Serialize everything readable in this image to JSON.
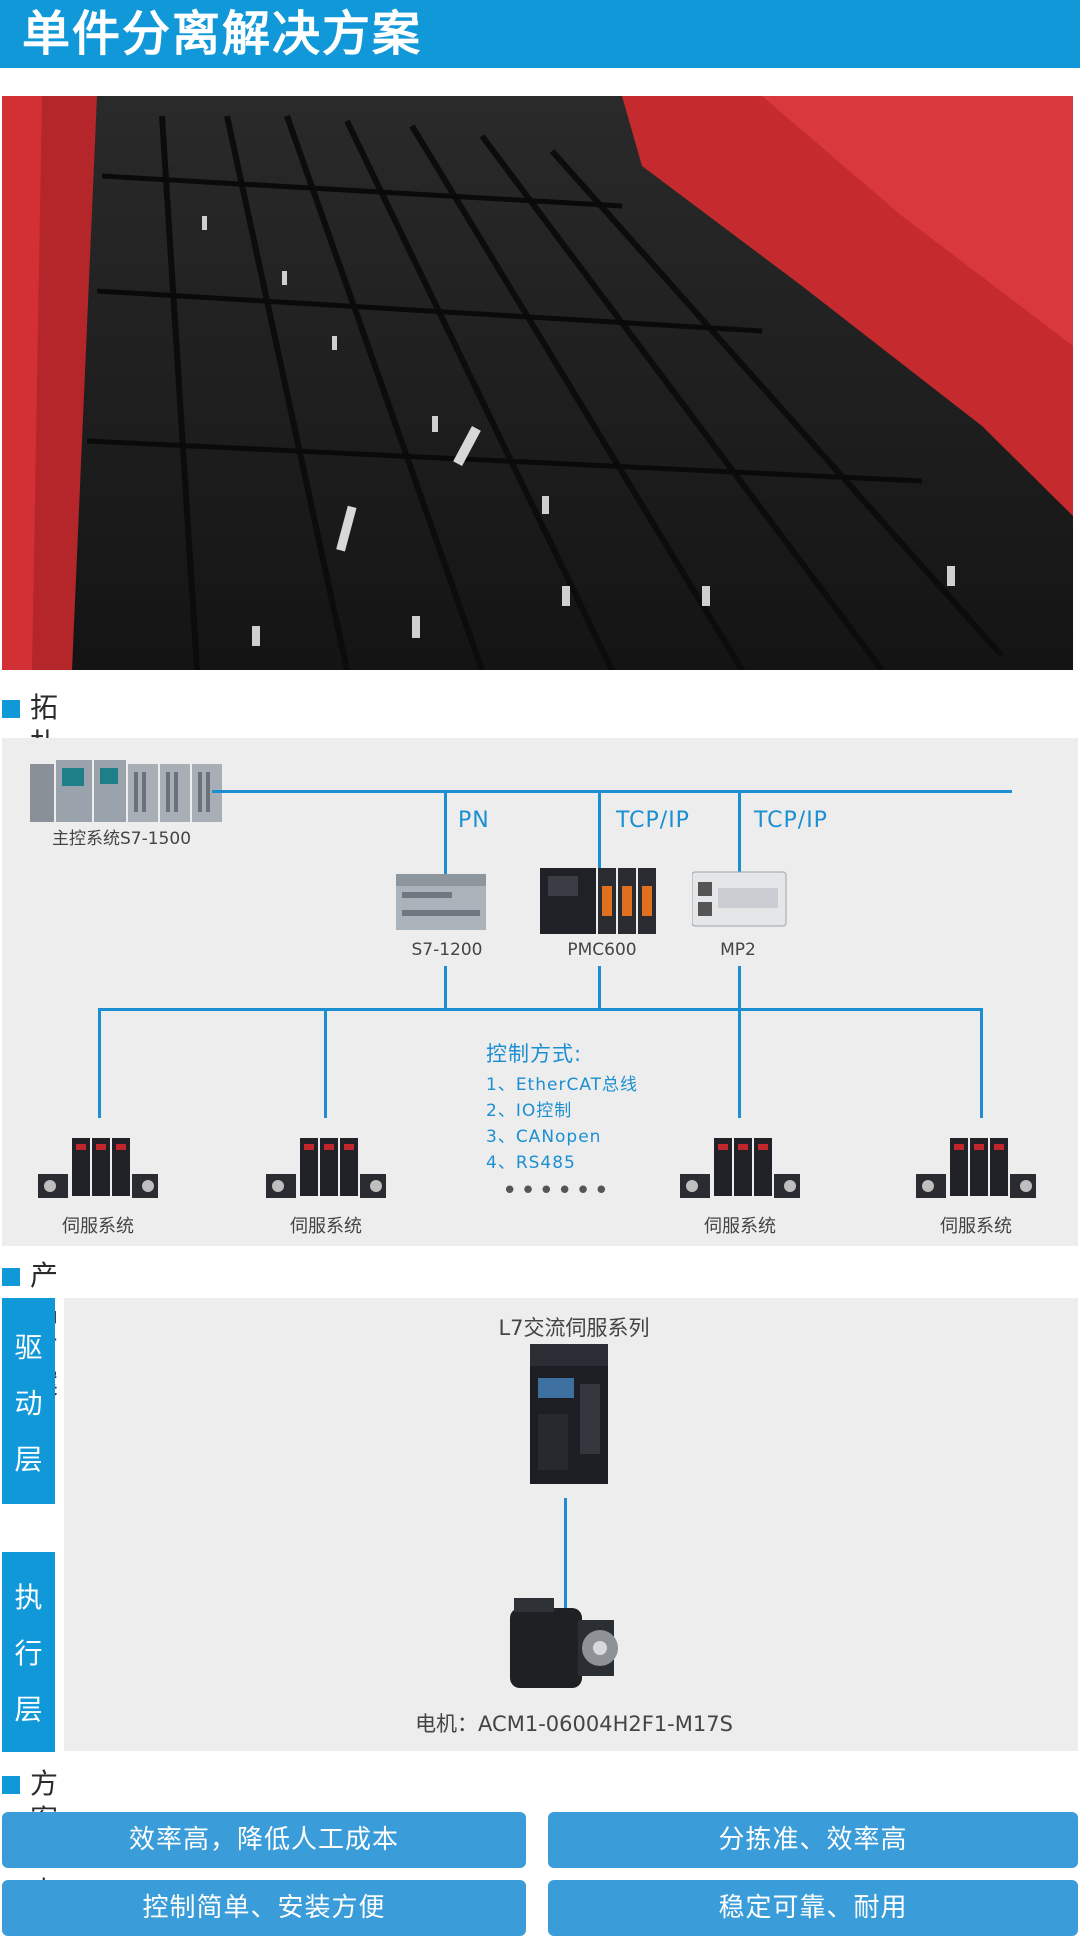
{
  "banner": {
    "title": "单件分离解决方案"
  },
  "sections": {
    "topology": "拓扑结构",
    "product": "产品方案",
    "features": "方案特点"
  },
  "topology": {
    "master_label": "主控系统S7-1500",
    "protocols": [
      "PN",
      "TCP/IP",
      "TCP/IP"
    ],
    "controllers": [
      "S7-1200",
      "PMC600",
      "MP2"
    ],
    "control_title": "控制方式:",
    "control_methods": [
      "1、EtherCAT总线",
      "2、IO控制",
      "3、CANopen",
      "4、RS485"
    ],
    "ellipsis": "••••••",
    "servo_labels": [
      "伺服系统",
      "伺服系统",
      "伺服系统",
      "伺服系统"
    ]
  },
  "product": {
    "drive_layer": [
      "驱",
      "动",
      "层"
    ],
    "exec_layer": [
      "执",
      "行",
      "层"
    ],
    "drive_name": "L7交流伺服系列",
    "motor_name": "电机：ACM1-06004H2F1-M17S"
  },
  "features": [
    "效率高，降低人工成本",
    "分拣准、效率高",
    "控制简单、安装方便",
    "稳定可靠、耐用"
  ],
  "colors": {
    "accent": "#1098d8",
    "line": "#1b8fd2",
    "button": "#3a9cd8",
    "panel": "#ededed"
  }
}
